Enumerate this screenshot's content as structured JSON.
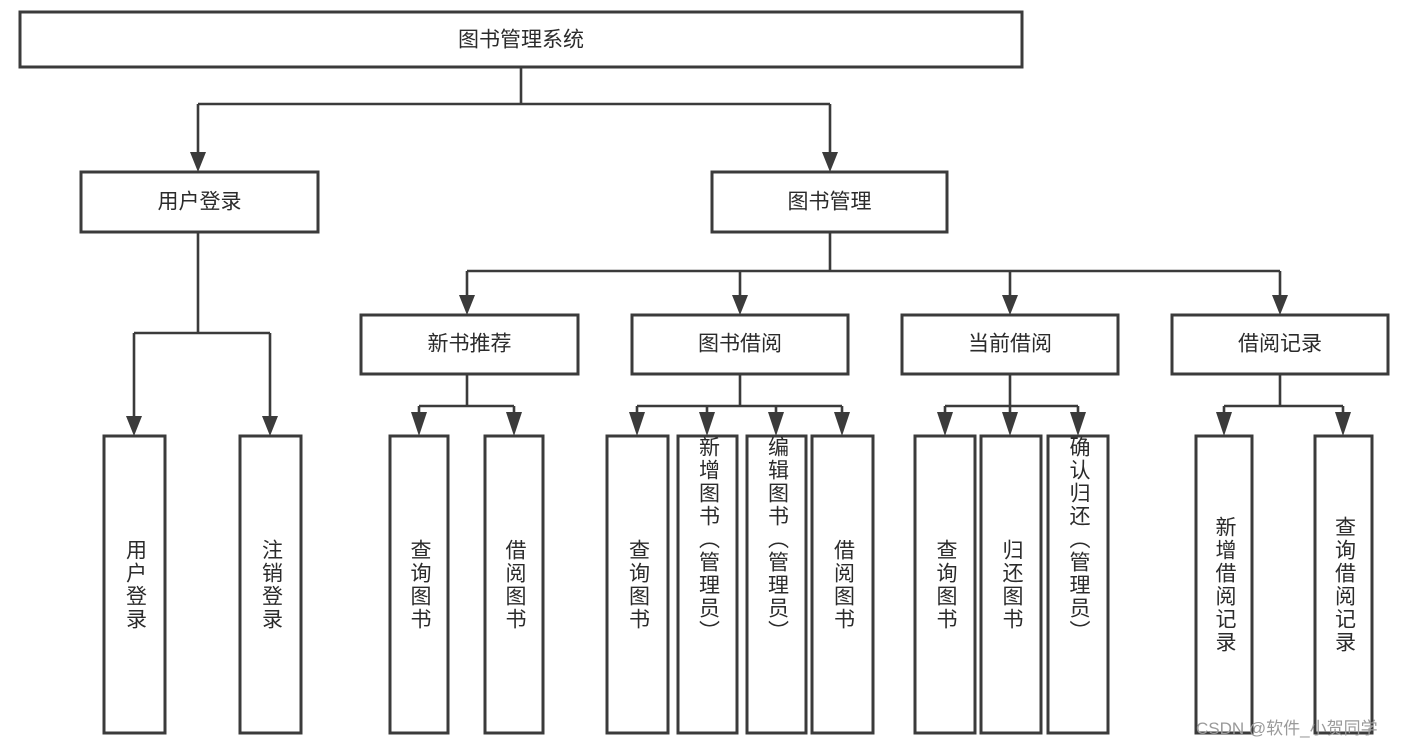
{
  "diagram": {
    "type": "tree",
    "title": "图书管理系统",
    "root": {
      "id": "root",
      "label": "图书管理系统"
    },
    "level1": [
      {
        "id": "user-login",
        "label": "用户登录"
      },
      {
        "id": "book-management",
        "label": "图书管理"
      }
    ],
    "level2": [
      {
        "id": "new-book-recommend",
        "label": "新书推荐",
        "parent": "book-management"
      },
      {
        "id": "book-borrow",
        "label": "图书借阅",
        "parent": "book-management"
      },
      {
        "id": "current-borrow",
        "label": "当前借阅",
        "parent": "book-management"
      },
      {
        "id": "borrow-record",
        "label": "借阅记录",
        "parent": "book-management"
      }
    ],
    "leaves": [
      {
        "id": "leaf-user-login",
        "label": "用户登录",
        "parent": "user-login"
      },
      {
        "id": "leaf-user-logout",
        "label": "注销登录",
        "parent": "user-login"
      },
      {
        "id": "leaf-query-book-1",
        "label": "查询图书",
        "parent": "new-book-recommend"
      },
      {
        "id": "leaf-borrow-book-1",
        "label": "借阅图书",
        "parent": "new-book-recommend"
      },
      {
        "id": "leaf-query-book-2",
        "label": "查询图书",
        "parent": "book-borrow"
      },
      {
        "id": "leaf-add-book",
        "label": "新增图书（管理员）",
        "parent": "book-borrow"
      },
      {
        "id": "leaf-edit-book",
        "label": "编辑图书（管理员）",
        "parent": "book-borrow"
      },
      {
        "id": "leaf-borrow-book-2",
        "label": "借阅图书",
        "parent": "book-borrow"
      },
      {
        "id": "leaf-query-book-3",
        "label": "查询图书",
        "parent": "current-borrow"
      },
      {
        "id": "leaf-return-book",
        "label": "归还图书",
        "parent": "current-borrow"
      },
      {
        "id": "leaf-confirm-return",
        "label": "确认归还（管理员）",
        "parent": "current-borrow"
      },
      {
        "id": "leaf-add-record",
        "label": "新增借阅记录",
        "parent": "borrow-record"
      },
      {
        "id": "leaf-query-record",
        "label": "查询借阅记录",
        "parent": "borrow-record"
      }
    ],
    "colors": {
      "stroke": "#3b3b3b",
      "fill": "#ffffff",
      "text": "#2b2b2b",
      "watermark": "#9a9a9a"
    }
  },
  "watermark": {
    "text": "CSDN @软件_小贺同学"
  }
}
